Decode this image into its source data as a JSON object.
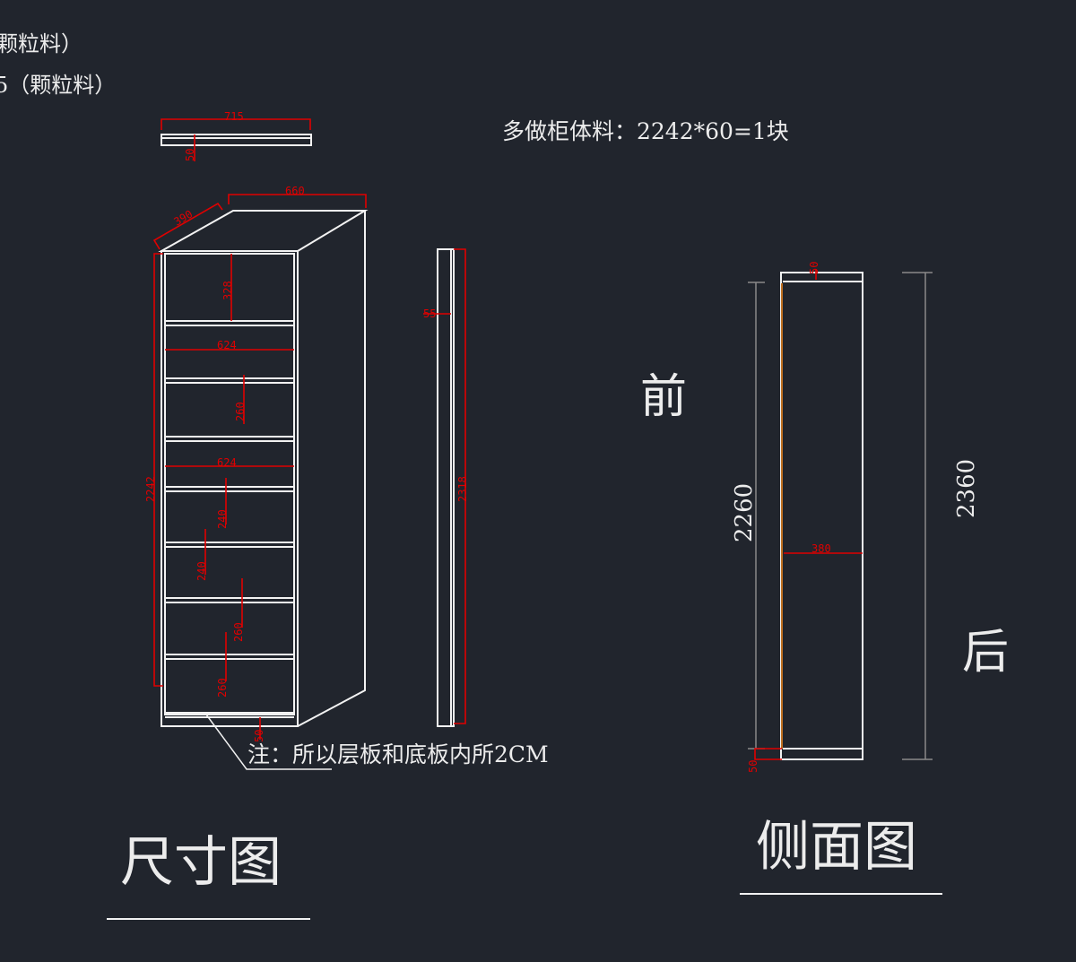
{
  "header_notes": [
    "颗粒料）",
    "5（颗粒料）"
  ],
  "extra_material": "多做柜体料：2242*60=1块",
  "top_board": {
    "width": "715",
    "thickness": "50"
  },
  "cabinet": {
    "width": "660",
    "depth": "390",
    "height": "2242",
    "plinth": "50",
    "compartments": [
      "328",
      "260",
      "240",
      "240",
      "260",
      "260"
    ],
    "shelf_widths": [
      "624",
      "624"
    ]
  },
  "side_board": {
    "height": "2318",
    "offset": "55"
  },
  "note": "注：所以层板和底板内所2CM",
  "side_view": {
    "front_label": "前",
    "back_label": "后",
    "inner_height": "2260",
    "total_height": "2360",
    "depth": "380",
    "top": "50",
    "bottom": "50"
  },
  "titles": {
    "dimension_drawing": "尺寸图",
    "side_view": "侧面图"
  },
  "colors": {
    "background": "#21252d",
    "lines": "#f2f2f2",
    "dimensions": "#e00000",
    "secondary_dimensions": "#8a8a8a"
  }
}
